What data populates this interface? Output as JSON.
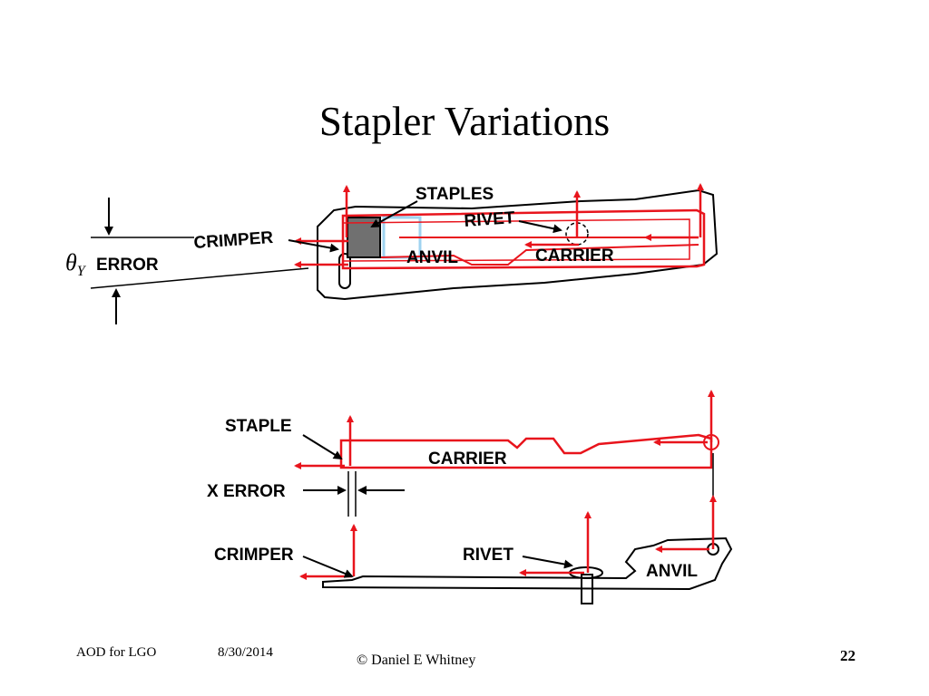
{
  "slide": {
    "title": "Stapler Variations"
  },
  "diagram_top": {
    "labels": {
      "staples": "STAPLES",
      "rivet": "RIVET",
      "crimper": "CRIMPER",
      "anvil": "ANVIL",
      "carrier": "CARRIER",
      "error": "ERROR"
    }
  },
  "diagram_bottom": {
    "labels": {
      "staple": "STAPLE",
      "carrier": "CARRIER",
      "x_error": "X ERROR",
      "crimper": "CRIMPER",
      "rivet": "RIVET",
      "anvil": "ANVIL"
    }
  },
  "colors": {
    "highlight": "#e8141c",
    "outline": "#000000",
    "staple_block": "#707070",
    "staple_track": "#9fd3f0"
  },
  "footer": {
    "course": "AOD for LGO",
    "date": "8/30/2014",
    "copyright": "© Daniel E Whitney",
    "page_number": "22"
  }
}
